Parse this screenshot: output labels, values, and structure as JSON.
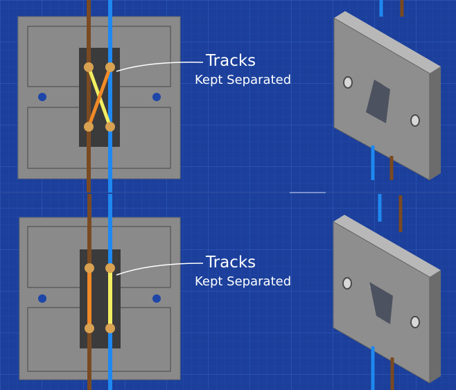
{
  "panels": [
    {
      "id": "top",
      "state": "crossed",
      "label_line1": "Tracks",
      "label_line2": "Kept Separated"
    },
    {
      "id": "bottom",
      "state": "parallel",
      "label_line1": "Tracks",
      "label_line2": "Kept Separated"
    }
  ],
  "colors": {
    "background": "#1b3f9a",
    "grid": "#2a52b8",
    "plate": "#8a8a8a",
    "plate_border": "#555555",
    "mechanism": "#3b3b3b",
    "brown_wire": "#7a4a22",
    "blue_wire": "#1e88f0",
    "orange_track": "#f08a28",
    "yellow_track": "#f2ee62",
    "terminal": "#d8a252",
    "mount_hole": "#1d46a8",
    "switch_face": "#8e8e8e",
    "switch_side_light": "#b8b8b8",
    "switch_side_dark": "#6c6c6c",
    "rocker": "#4d5260"
  }
}
